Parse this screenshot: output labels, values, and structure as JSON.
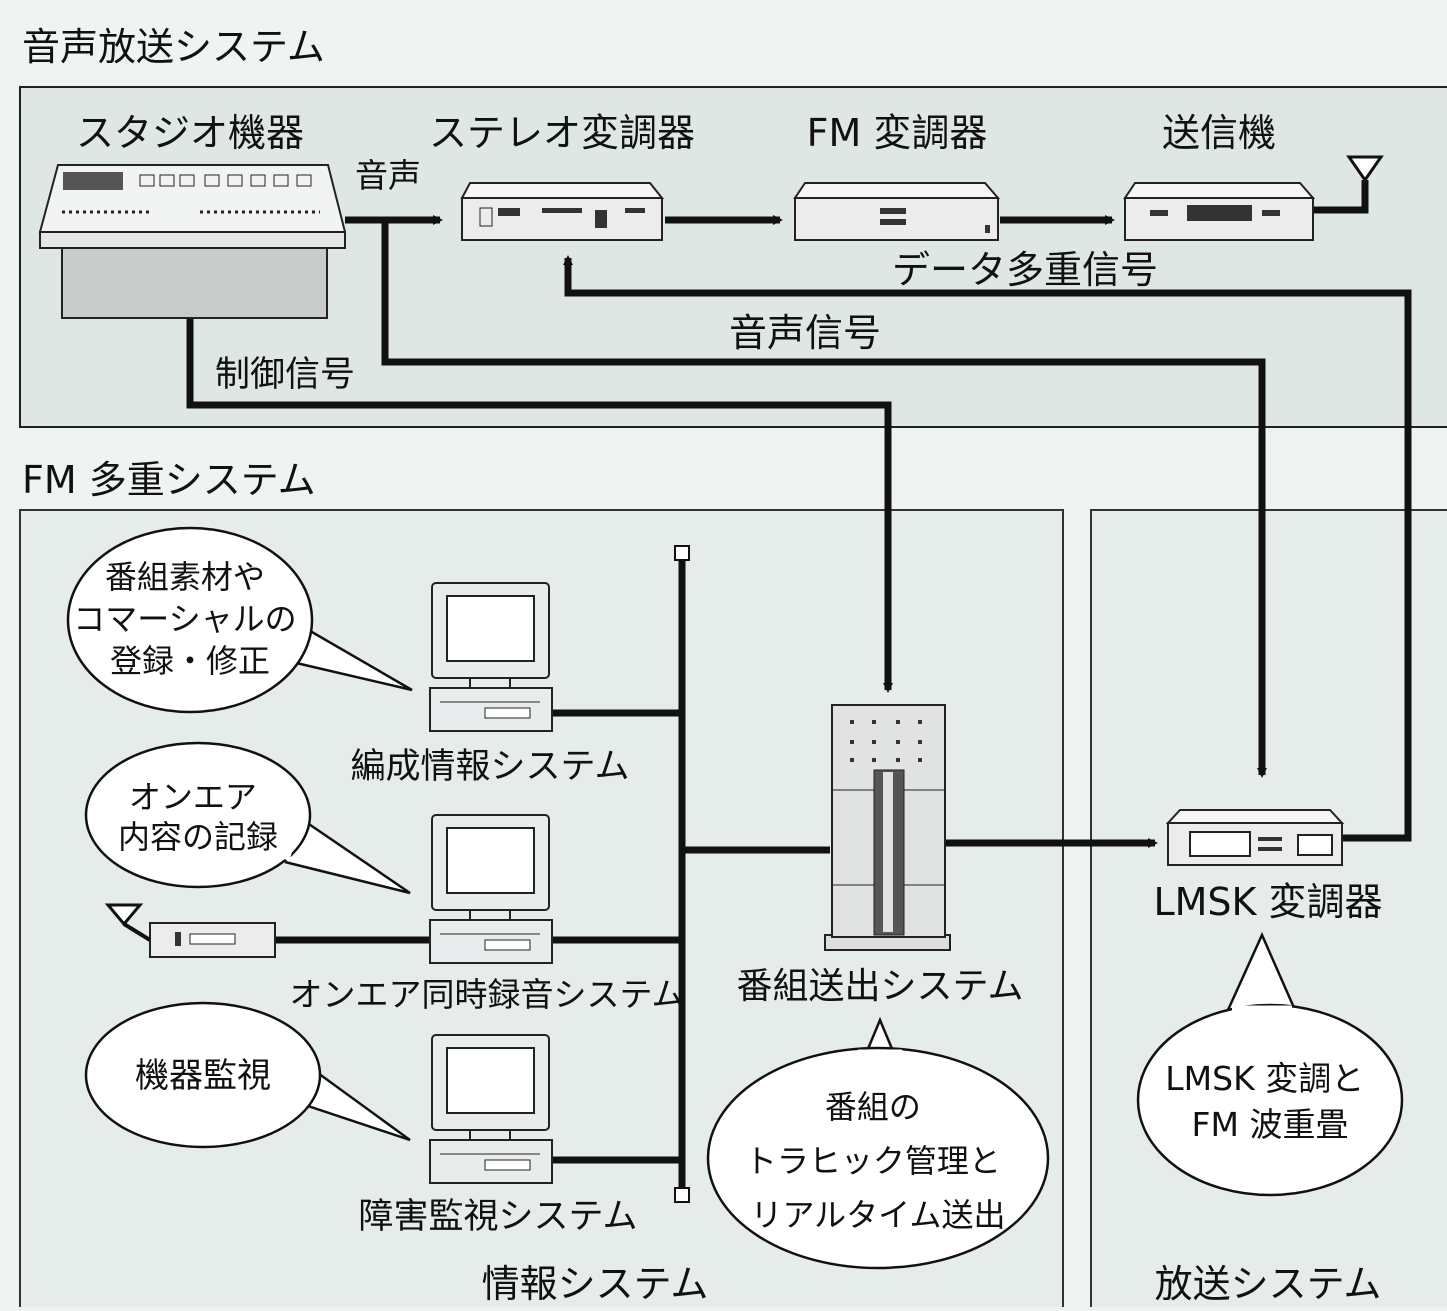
{
  "audio_system": {
    "title": "音声放送システム",
    "studio": "スタジオ機器",
    "stereo_mod": "ステレオ変調器",
    "fm_mod": "FM 変調器",
    "transmitter": "送信機",
    "audio": "音声",
    "data_signal": "データ多重信号",
    "audio_signal": "音声信号",
    "control_signal": "制御信号"
  },
  "fm_system": {
    "title": "FM 多重システム",
    "info_system": "情報システム",
    "broadcast_system": "放送システム",
    "scheduling": "編成情報システム",
    "onair_recording": "オンエア同時録音システム",
    "fault_monitor": "障害監視システム",
    "program_tx": "番組送出システム",
    "lmsk_mod": "LMSK 変調器"
  },
  "bubbles": {
    "registration": [
      "番組素材や",
      "コマーシャルの",
      "登録・修正"
    ],
    "onair_record": [
      "オンエア",
      "内容の記録"
    ],
    "equipment": [
      "機器監視"
    ],
    "traffic": [
      "番組の",
      "トラヒック管理と",
      "リアルタイム送出"
    ],
    "lmsk": [
      "LMSK 変調と",
      "FM 波重畳"
    ]
  }
}
